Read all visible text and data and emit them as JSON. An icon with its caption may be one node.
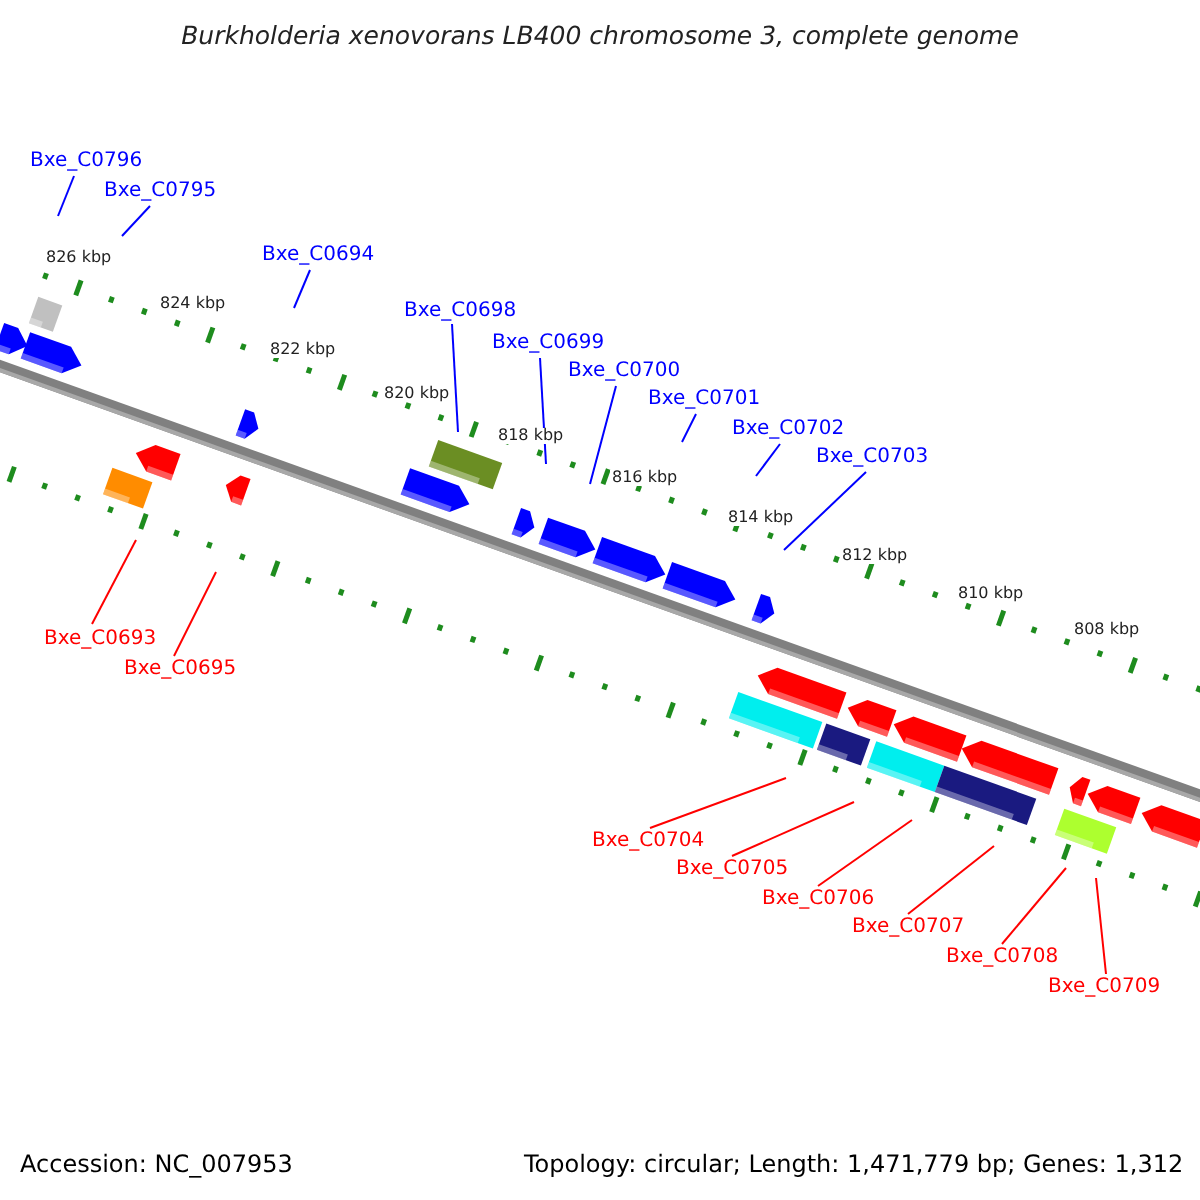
{
  "diagram": {
    "title": "Burkholderia xenovorans LB400 chromosome 3, complete genome",
    "nodes": [
      {
        "text": [
          "Bxe_C0796"
        ]
      },
      {
        "text": [
          "Bxe_C0795"
        ]
      },
      {
        "text": [
          "Bxe_C0694"
        ]
      },
      {
        "text": [
          "Bxe_C0698"
        ]
      },
      {
        "text": [
          "Bxe_C0699"
        ]
      },
      {
        "text": [
          "Bxe_C0700"
        ]
      },
      {
        "text": [
          "Bxe_C0701"
        ]
      },
      {
        "text": [
          "Bxe_C0702"
        ]
      },
      {
        "text": [
          "Bxe_C0703"
        ]
      },
      {
        "text": [
          "Bxe_C0693"
        ]
      },
      {
        "text": [
          "Bxe_C0695"
        ]
      },
      {
        "text": [
          "Bxe_C0704"
        ]
      },
      {
        "text": [
          "Bxe_C0705"
        ]
      },
      {
        "text": [
          "Bxe_C0706"
        ]
      },
      {
        "text": [
          "Bxe_C0707"
        ]
      },
      {
        "text": [
          "Bxe_C0708"
        ]
      },
      {
        "text": [
          "Bxe_C0709"
        ]
      }
    ],
    "edges": [
      {
        "from": 0,
        "to": null,
        "arrow": "none"
      },
      {
        "from": 1,
        "to": null,
        "arrow": "none"
      },
      {
        "from": 2,
        "to": null,
        "arrow": "none"
      },
      {
        "from": 3,
        "to": null,
        "arrow": "none"
      },
      {
        "from": 4,
        "to": null,
        "arrow": "none"
      },
      {
        "from": 5,
        "to": null,
        "arrow": "none"
      },
      {
        "from": 6,
        "to": null,
        "arrow": "none"
      },
      {
        "from": 7,
        "to": null,
        "arrow": "none"
      },
      {
        "from": 8,
        "to": null,
        "arrow": "none"
      },
      {
        "from": 9,
        "to": null,
        "arrow": "none",
        "color": "#ff0000"
      },
      {
        "from": 10,
        "to": null,
        "arrow": "none",
        "color": "#ff0000"
      },
      {
        "from": 11,
        "to": null,
        "arrow": "none",
        "color": "#ff0000"
      },
      {
        "from": 12,
        "to": null,
        "arrow": "none",
        "color": "#ff0000"
      },
      {
        "from": 13,
        "to": null,
        "arrow": "none",
        "color": "#ff0000"
      },
      {
        "from": 14,
        "to": null,
        "arrow": "none",
        "color": "#ff0000"
      },
      {
        "from": 15,
        "to": null,
        "arrow": "none",
        "color": "#ff0000"
      },
      {
        "from": 16,
        "to": null,
        "arrow": "none",
        "color": "#ff0000"
      }
    ],
    "labels": [
      "826 kbp",
      "824 kbp",
      "822 kbp",
      "820 kbp",
      "818 kbp",
      "816 kbp",
      "814 kbp",
      "812 kbp",
      "810 kbp",
      "808 kbp",
      "Accession: NC_007953",
      "Topology: circular; Length: 1,471,779 bp; Genes: 1,312"
    ]
  }
}
